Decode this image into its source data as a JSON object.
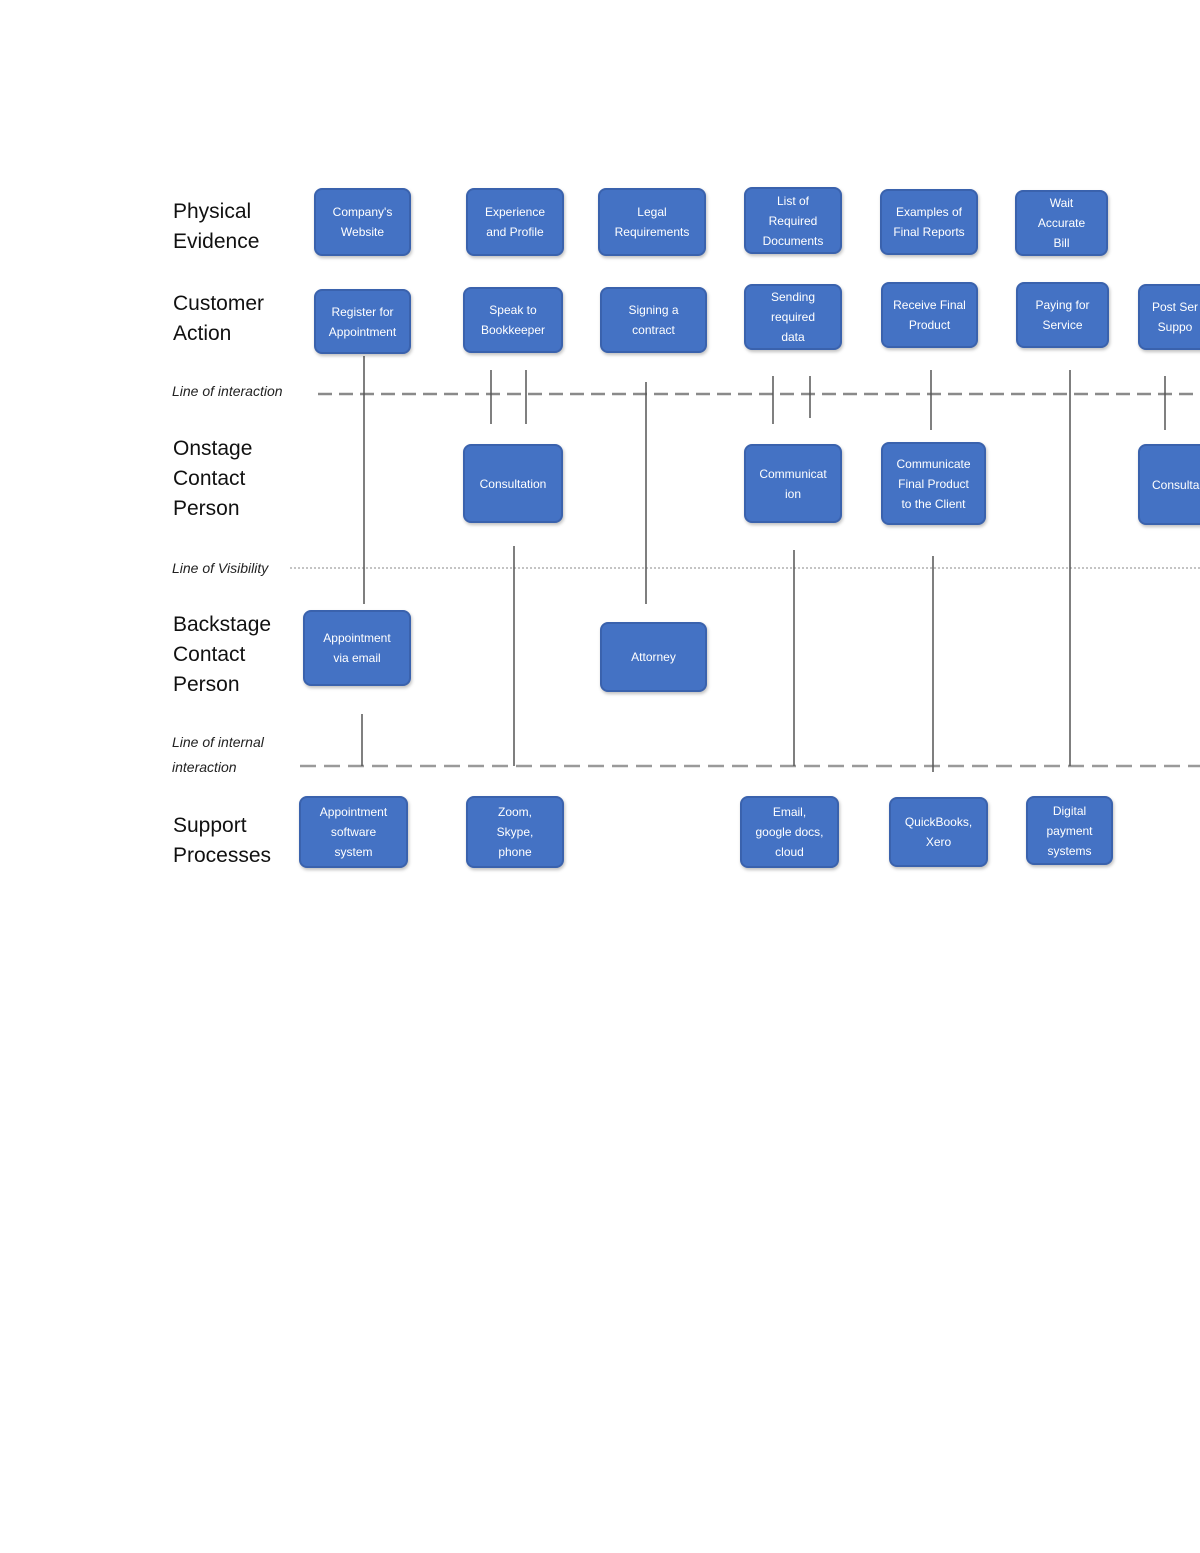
{
  "rows": {
    "physical_evidence": "Physical\nEvidence",
    "customer_action": "Customer\n Action",
    "onstage_contact_person": "Onstage\nContact\n Person",
    "backstage_contact_person": "Backstage\nContact\nPerson",
    "support_processes": "Support\nProcesses"
  },
  "lines": {
    "interaction": "Line of interaction",
    "visibility": "Line of Visibility",
    "internal_interaction": "Line of internal\n interaction"
  },
  "physical_evidence": [
    "Company's\nWebsite",
    "Experience\nand Profile",
    "Legal\nRequirements",
    "List of\nRequired\nDocuments",
    "Examples of\nFinal Reports",
    "Wait\nAccurate\nBill"
  ],
  "customer_action": [
    "Register for\nAppointment",
    "Speak to\nBookkeeper",
    "Signing a\ncontract",
    "Sending\nrequired\ndata",
    "Receive Final\nProduct",
    "Paying for\nService",
    "Post Ser\n Suppo"
  ],
  "onstage": [
    "Consultation",
    "Communicat\nion",
    "Communicate\nFinal Product\nto the Client",
    "Consulta"
  ],
  "backstage": [
    "Appointment\nvia email",
    "Attorney"
  ],
  "support": [
    "Appointment\nsoftware\nsystem",
    "Zoom,\nSkype,\nphone",
    "Email,\ngoogle docs,\ncloud",
    "QuickBooks,\nXero",
    "Digital\npayment\nsystems"
  ],
  "colors": {
    "box_fill": "#4472c4",
    "box_border": "#3a62ad",
    "box_text": "#ffffff",
    "connector": "#555555",
    "divider": "#999999"
  }
}
